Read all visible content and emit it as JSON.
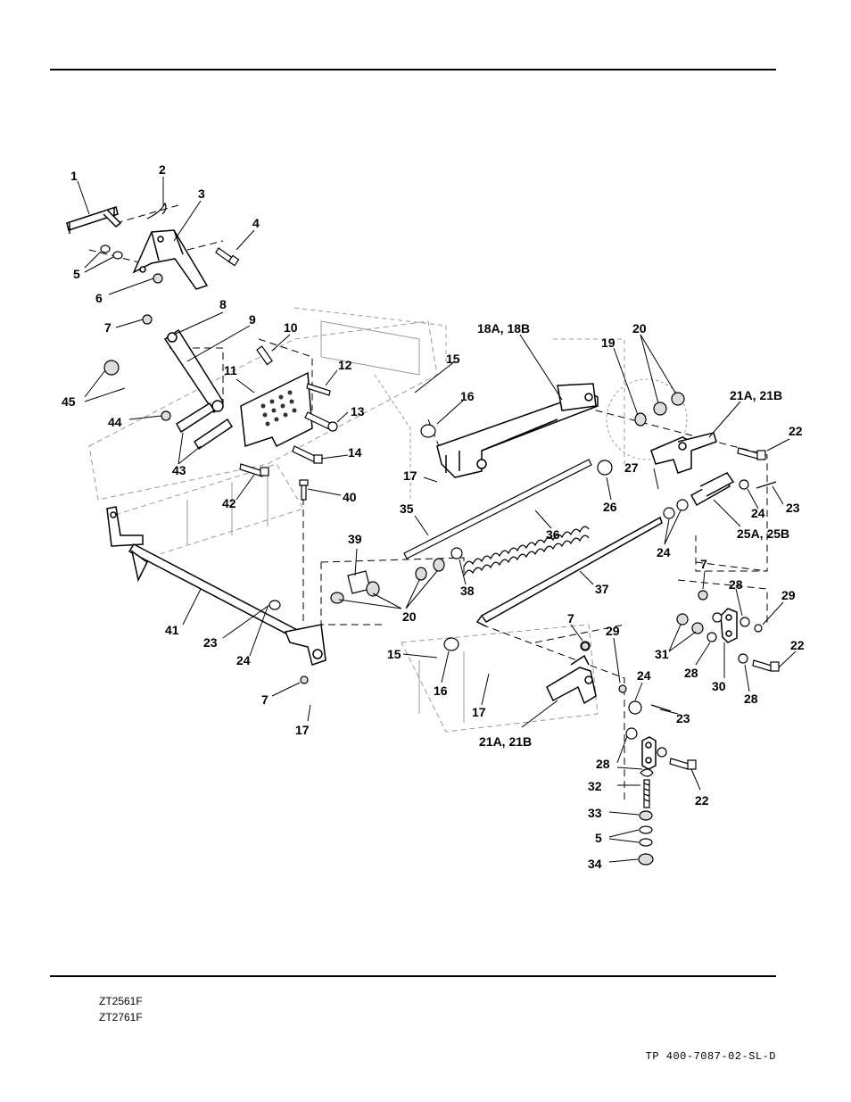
{
  "callouts": [
    {
      "id": "c1",
      "text": "1"
    },
    {
      "id": "c2",
      "text": "2"
    },
    {
      "id": "c3",
      "text": "3"
    },
    {
      "id": "c4",
      "text": "4"
    },
    {
      "id": "c5a",
      "text": "5"
    },
    {
      "id": "c6",
      "text": "6"
    },
    {
      "id": "c7a",
      "text": "7"
    },
    {
      "id": "c8",
      "text": "8"
    },
    {
      "id": "c9",
      "text": "9"
    },
    {
      "id": "c10",
      "text": "10"
    },
    {
      "id": "c11",
      "text": "11"
    },
    {
      "id": "c12",
      "text": "12"
    },
    {
      "id": "c13",
      "text": "13"
    },
    {
      "id": "c14",
      "text": "14"
    },
    {
      "id": "c45",
      "text": "45"
    },
    {
      "id": "c44",
      "text": "44"
    },
    {
      "id": "c43",
      "text": "43"
    },
    {
      "id": "c42",
      "text": "42"
    },
    {
      "id": "c40",
      "text": "40"
    },
    {
      "id": "c41",
      "text": "41"
    },
    {
      "id": "c23a",
      "text": "23"
    },
    {
      "id": "c24a",
      "text": "24"
    },
    {
      "id": "c7b",
      "text": "7"
    },
    {
      "id": "c17a",
      "text": "17"
    },
    {
      "id": "c18",
      "text": "18A, 18B"
    },
    {
      "id": "c15a",
      "text": "15"
    },
    {
      "id": "c16a",
      "text": "16"
    },
    {
      "id": "c17b",
      "text": "17"
    },
    {
      "id": "c35",
      "text": "35"
    },
    {
      "id": "c36",
      "text": "36"
    },
    {
      "id": "c26",
      "text": "26"
    },
    {
      "id": "c27",
      "text": "27"
    },
    {
      "id": "c39",
      "text": "39"
    },
    {
      "id": "c20a",
      "text": "20"
    },
    {
      "id": "c38",
      "text": "38"
    },
    {
      "id": "c37",
      "text": "37"
    },
    {
      "id": "c19",
      "text": "19"
    },
    {
      "id": "c20b",
      "text": "20"
    },
    {
      "id": "c21a",
      "text": "21A, 21B"
    },
    {
      "id": "c22a",
      "text": "22"
    },
    {
      "id": "c24b",
      "text": "24"
    },
    {
      "id": "c23b",
      "text": "23"
    },
    {
      "id": "c25",
      "text": "25A, 25B"
    },
    {
      "id": "c24c",
      "text": "24"
    },
    {
      "id": "c7c",
      "text": "7"
    },
    {
      "id": "c28a",
      "text": "28"
    },
    {
      "id": "c29a",
      "text": "29"
    },
    {
      "id": "c22b",
      "text": "22"
    },
    {
      "id": "c31",
      "text": "31"
    },
    {
      "id": "c28b",
      "text": "28"
    },
    {
      "id": "c30",
      "text": "30"
    },
    {
      "id": "c28c",
      "text": "28"
    },
    {
      "id": "c7d",
      "text": "7"
    },
    {
      "id": "c29b",
      "text": "29"
    },
    {
      "id": "c24d",
      "text": "24"
    },
    {
      "id": "c23c",
      "text": "23"
    },
    {
      "id": "c15b",
      "text": "15"
    },
    {
      "id": "c16b",
      "text": "16"
    },
    {
      "id": "c17c",
      "text": "17"
    },
    {
      "id": "c21b",
      "text": "21A, 21B"
    },
    {
      "id": "c28d",
      "text": "28"
    },
    {
      "id": "c22c",
      "text": "22"
    },
    {
      "id": "c32",
      "text": "32"
    },
    {
      "id": "c33",
      "text": "33"
    },
    {
      "id": "c5b",
      "text": "5"
    },
    {
      "id": "c34",
      "text": "34"
    }
  ],
  "footer": {
    "models": [
      "ZT2561F",
      "ZT2761F"
    ],
    "document_number": "TP 400-7087-02-SL-D"
  }
}
